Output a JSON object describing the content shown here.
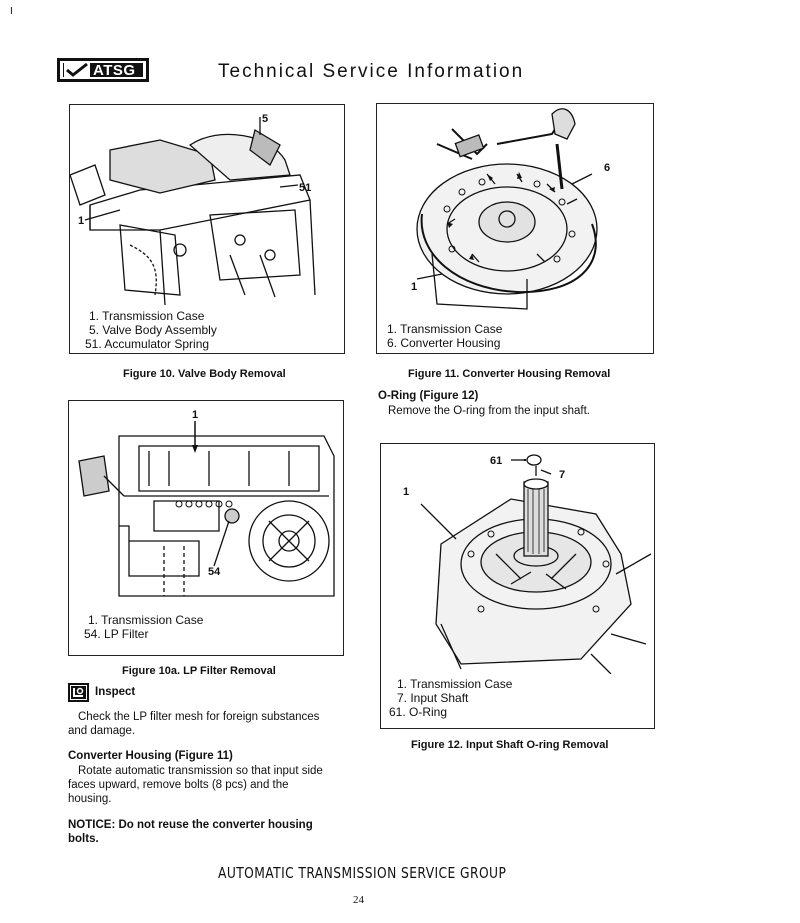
{
  "page_marker": "I",
  "header": {
    "logo_text": "ATSG",
    "title": "Technical Service Information"
  },
  "figures": {
    "fig10": {
      "callouts": [
        "5",
        "51",
        "1"
      ],
      "legend": [
        "1. Transmission Case",
        "5. Valve Body Assembly",
        "51. Accumulator Spring"
      ],
      "caption": "Figure 10.  Valve Body Removal"
    },
    "fig11": {
      "callouts": [
        "6",
        "1"
      ],
      "legend": [
        "1. Transmission Case",
        "6. Converter Housing"
      ],
      "caption": "Figure 11.  Converter Housing Removal"
    },
    "fig10a": {
      "callouts": [
        "1",
        "54"
      ],
      "legend": [
        "1. Transmission Case",
        "54. LP Filter"
      ],
      "caption": "Figure 10a.  LP Filter Removal"
    },
    "fig12": {
      "callouts": [
        "61",
        "7",
        "1"
      ],
      "legend": [
        "1. Transmission Case",
        "7. Input Shaft",
        "61. O-Ring"
      ],
      "caption": "Figure 12.  Input Shaft O-ring Removal"
    }
  },
  "sections": {
    "oring_heading": "O-Ring (Figure 12)",
    "oring_text": "Remove the O-ring from the input shaft.",
    "inspect_heading": "Inspect",
    "inspect_text_1": "Check the LP filter mesh for foreign substances",
    "inspect_text_2": "and damage.",
    "converter_heading": "Converter Housing (Figure 11)",
    "converter_text_1": "Rotate automatic transmission so that input side",
    "converter_text_2": "faces upward, remove bolts (8 pcs) and the",
    "converter_text_3": "housing.",
    "notice_1": "NOTICE: Do not reuse the converter housing",
    "notice_2": "bolts."
  },
  "footer": {
    "group": "AUTOMATIC TRANSMISSION SERVICE GROUP",
    "page_number": "24"
  }
}
